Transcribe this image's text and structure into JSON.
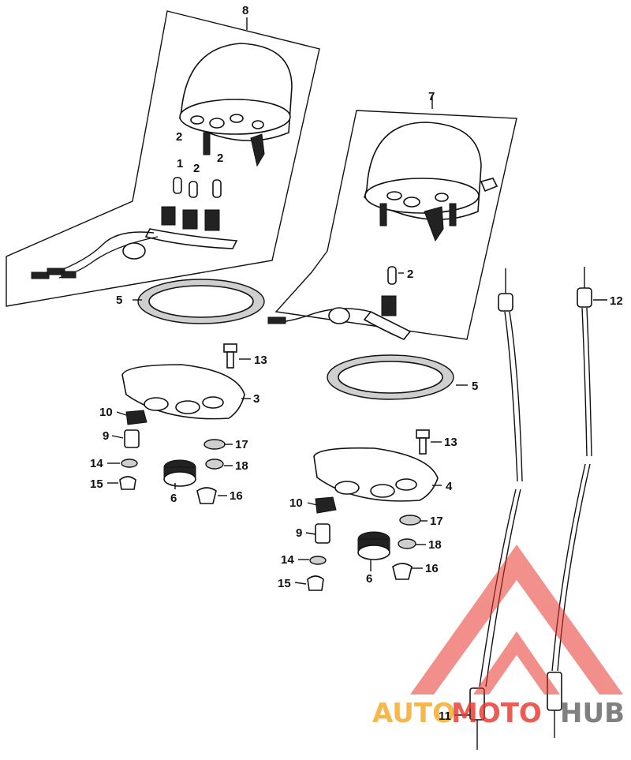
{
  "labels": {
    "p8": "8",
    "p7": "7",
    "p2_a": "2",
    "p1": "1",
    "p2_b": "2",
    "p2_c": "2",
    "p2_d": "2",
    "p5_left": "5",
    "p5_right": "5",
    "p13_left": "13",
    "p13_right": "13",
    "p3": "3",
    "p4": "4",
    "p10_left": "10",
    "p10_right": "10",
    "p9_left": "9",
    "p9_right": "9",
    "p17_left": "17",
    "p17_right": "17",
    "p14_left": "14",
    "p14_right": "14",
    "p18_left": "18",
    "p18_right": "18",
    "p15_left": "15",
    "p15_right": "15",
    "p6_left": "6",
    "p6_right": "6",
    "p16_left": "16",
    "p16_right": "16",
    "p12": "12",
    "p11": "11"
  },
  "watermark": {
    "text_a": "AUTO",
    "text_b": "MOTO",
    "text_c": "HUB",
    "color_orange": "#f5a623",
    "color_red": "#e8342c",
    "color_grey": "#6b6b6b"
  }
}
